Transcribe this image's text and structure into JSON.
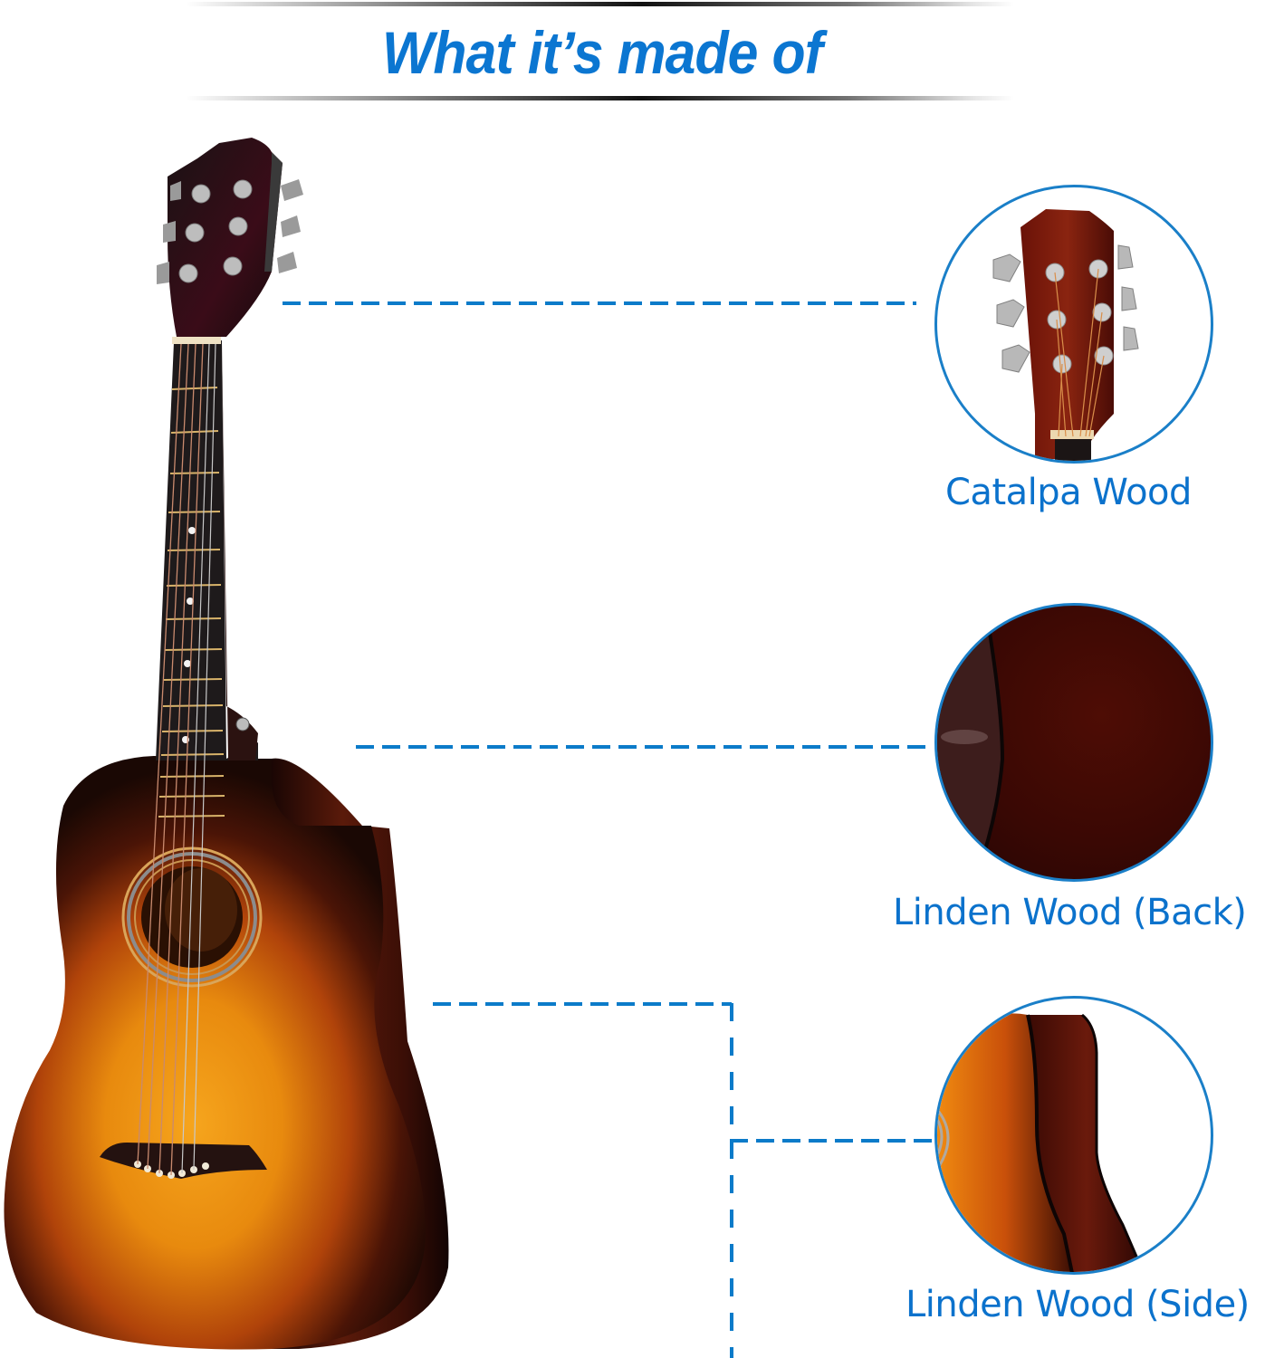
{
  "header": {
    "title": "What it’s made of"
  },
  "colors": {
    "accent": "#0b76d1",
    "connector": "#0b7bc9",
    "circle_border": "#1a7fc8"
  },
  "product": {
    "image": "sunburst-cutaway-acoustic-guitar"
  },
  "materials": [
    {
      "label": "Catalpa Wood",
      "part": "headstock",
      "image": "headstock-closeup"
    },
    {
      "label": "Linden Wood (Back)",
      "part": "back",
      "image": "back-closeup"
    },
    {
      "label": "Linden Wood (Side)",
      "part": "side",
      "image": "side-closeup"
    }
  ]
}
